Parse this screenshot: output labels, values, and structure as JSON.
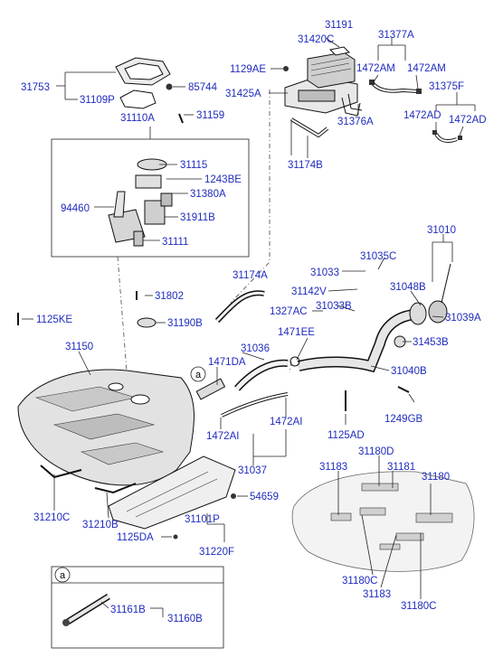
{
  "callout_symbol": "a",
  "labels": {
    "l31191": "31191",
    "l31420C": "31420C",
    "l31377A": "31377A",
    "l1129AE": "1129AE",
    "l1472AM_1": "1472AM",
    "l1472AM_2": "1472AM",
    "l31753": "31753",
    "l85744": "85744",
    "l31425A": "31425A",
    "l31375F": "31375F",
    "l31109P": "31109P",
    "l31110A": "31110A",
    "l31159": "31159",
    "l31376A": "31376A",
    "l1472AD_1": "1472AD",
    "l1472AD_2": "1472AD",
    "l31115": "31115",
    "l31174B": "31174B",
    "l1243BE": "1243BE",
    "l31380A": "31380A",
    "l94460": "94460",
    "l31911B": "31911B",
    "l31111": "31111",
    "l31010": "31010",
    "l31035C": "31035C",
    "l31174A": "31174A",
    "l31033": "31033",
    "l31048B": "31048B",
    "l31142V": "31142V",
    "l31802": "31802",
    "l31033B": "31033B",
    "l1327AC": "1327AC",
    "l31039A": "31039A",
    "l1125KE": "1125KE",
    "l31190B": "31190B",
    "l1471EE": "1471EE",
    "l31453B": "31453B",
    "l31150": "31150",
    "l31036": "31036",
    "l1471DA": "1471DA",
    "l31040B": "31040B",
    "l1249GB": "1249GB",
    "l1125AD_1": "1125AD",
    "l1472AI_1": "1472AI",
    "l1472AI_2": "1472AI",
    "l31180D": "31180D",
    "l31183_1": "31183",
    "l31181": "31181",
    "l31180_1": "31180",
    "l31037": "31037",
    "l54659": "54659",
    "l31210C": "31210C",
    "l31210B": "31210B",
    "l31101P": "31101P",
    "l1125DA": "1125DA",
    "l31220F": "31220F",
    "l31180C_1": "31180C",
    "l31183_2": "31183",
    "l31180C_2": "31180C",
    "l31161B": "31161B",
    "l31160B": "31160B"
  }
}
